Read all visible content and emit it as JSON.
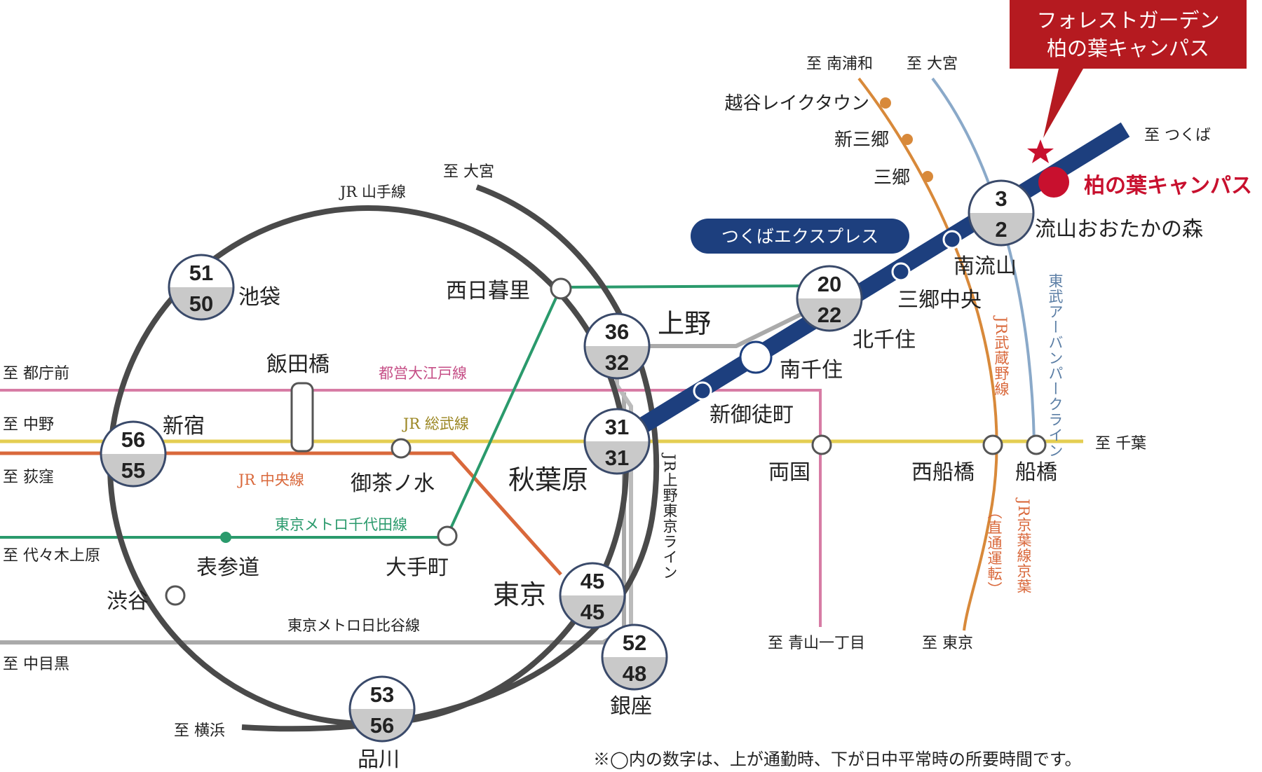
{
  "callout": {
    "line1": "フォレストガーデン",
    "line2": "柏の葉キャンパス"
  },
  "destination_station": "柏の葉キャンパス",
  "note": "※◯内の数字は、上が通勤時、下が日中平常時の所要時間です。",
  "colors": {
    "tsukuba_express": "#1d3f7e",
    "yamanote": "#4a4a4a",
    "musashino": "#d8893a",
    "keiyo": "#d8893a",
    "urban_park": "#8aa9c9",
    "chiyoda": "#2a9a6c",
    "oedo": "#d77ca5",
    "sobu": "#e4ce52",
    "chuo": "#d9683b",
    "hibiya": "#aaaaaa",
    "ueno_tokyo": "#aaaaaa",
    "star_red": "#c8102e"
  },
  "line_labels": {
    "tsukuba_express": "つくばエクスプレス",
    "yamanote": "JR 山手線",
    "oedo": "都営大江戸線",
    "sobu": "JR 総武線",
    "chuo": "JR 中央線",
    "chiyoda": "東京メトロ千代田線",
    "hibiya": "東京メトロ日比谷線",
    "ueno_tokyo": "JR上野東京ライン",
    "musashino": "JR武蔵野線",
    "keiyo": "JR京葉線京葉",
    "keiyo_note": "（直通運転）",
    "urban_park": "東武アーバンパークライン"
  },
  "directions": {
    "minami_urawa": "至 南浦和",
    "omiya_top": "至 大宮",
    "tsukuba": "至 つくば",
    "omiya_left": "至 大宮",
    "tochomae": "至 都庁前",
    "nakano": "至 中野",
    "ogikubo": "至 荻窪",
    "yoyogi_uehara": "至 代々木上原",
    "naka_meguro": "至 中目黒",
    "yokohama": "至 横浜",
    "aoyama": "至 青山一丁目",
    "tokyo_dir": "至 東京",
    "chiba": "至 千葉"
  },
  "stations": {
    "koshigaya": "越谷レイクタウン",
    "shinmisato": "新三郷",
    "misato": "三郷",
    "nagareyama_otaka": "流山おおたかの森",
    "minami_nagareyama": "南流山",
    "misato_chuo": "三郷中央",
    "kitasenju": "北千住",
    "minami_senju": "南千住",
    "shin_okachimachi": "新御徒町",
    "ueno": "上野",
    "nishi_nippori": "西日暮里",
    "ikebukuro": "池袋",
    "iidabashi": "飯田橋",
    "shinjuku": "新宿",
    "ochanomizu": "御茶ノ水",
    "akihabara": "秋葉原",
    "omotesando": "表参道",
    "otemachi": "大手町",
    "shibuya": "渋谷",
    "tokyo": "東京",
    "ginza": "銀座",
    "shinagawa": "品川",
    "ryogoku": "両国",
    "nishi_funabashi": "西船橋",
    "funabashi": "船橋"
  },
  "times": {
    "nagareyama_otaka": {
      "commute": "3",
      "daytime": "2"
    },
    "kitasenju": {
      "commute": "20",
      "daytime": "22"
    },
    "ueno": {
      "commute": "36",
      "daytime": "32"
    },
    "akihabara": {
      "commute": "31",
      "daytime": "31"
    },
    "ikebukuro": {
      "commute": "51",
      "daytime": "50"
    },
    "shinjuku": {
      "commute": "56",
      "daytime": "55"
    },
    "tokyo": {
      "commute": "45",
      "daytime": "45"
    },
    "ginza": {
      "commute": "52",
      "daytime": "48"
    },
    "shinagawa": {
      "commute": "53",
      "daytime": "56"
    }
  }
}
